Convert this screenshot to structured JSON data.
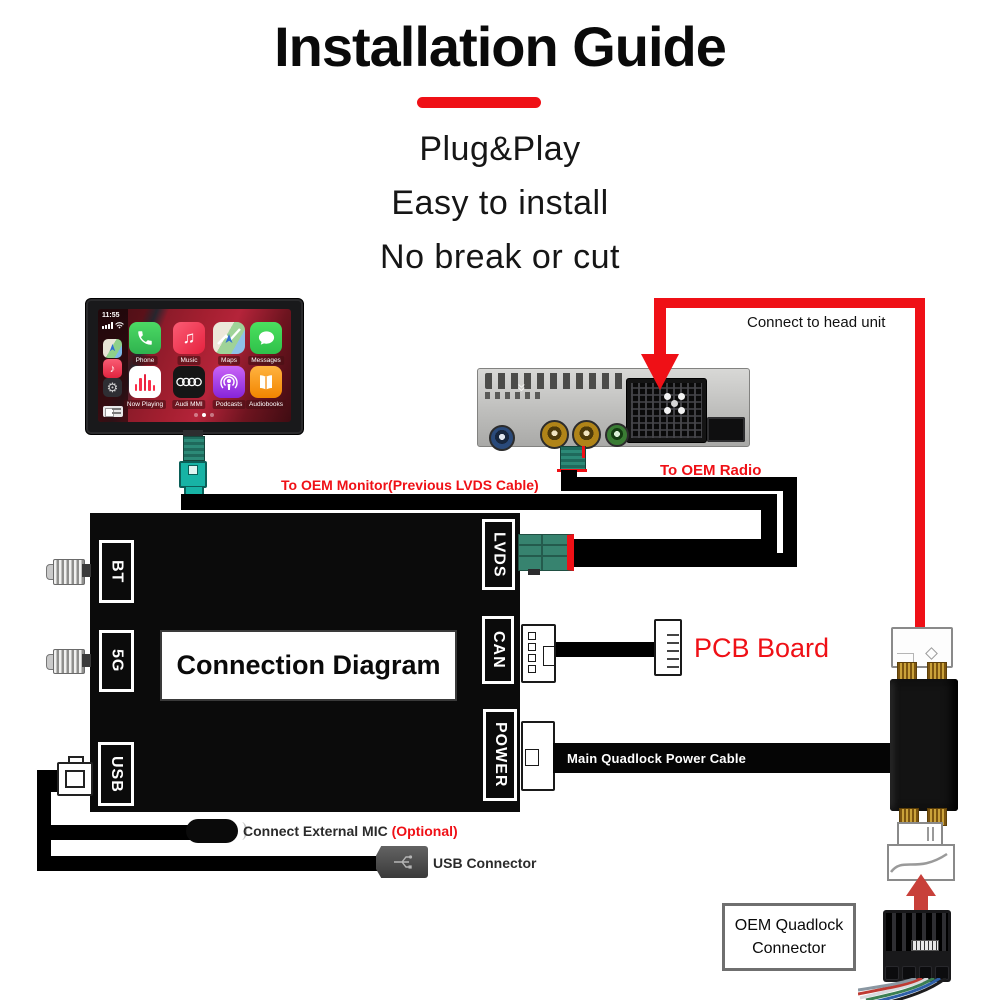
{
  "header": {
    "title": "Installation Guide",
    "taglines": [
      "Plug&Play",
      "Easy to install",
      "No break or cut"
    ]
  },
  "carplay": {
    "time": "11:55",
    "apps": [
      {
        "name": "phone",
        "label": "Phone"
      },
      {
        "name": "music",
        "label": "Music"
      },
      {
        "name": "maps",
        "label": "Maps"
      },
      {
        "name": "messages",
        "label": "Messages"
      },
      {
        "name": "now-playing",
        "label": "Now Playing"
      },
      {
        "name": "audi-mmi",
        "label": "Audi MMI"
      },
      {
        "name": "podcasts",
        "label": "Podcasts"
      },
      {
        "name": "audiobooks",
        "label": "Audiobooks"
      }
    ]
  },
  "ports": {
    "left": [
      "BT",
      "5G",
      "USB"
    ],
    "right": [
      "LVDS",
      "CAN",
      "POWER"
    ]
  },
  "labels": {
    "connect_to_head_unit": "Connect to head unit",
    "to_oem_radio": "To OEM Radio",
    "to_oem_monitor": "To OEM Monitor(Previous LVDS Cable)",
    "connection_diagram": "Connection Diagram",
    "pcb_board": "PCB Board",
    "main_quadlock_power_cable": "Main Quadlock Power Cable",
    "connect_external_mic": "Connect External MIC ",
    "optional": "(Optional)",
    "usb_connector": "USB Connector",
    "oem_quadlock_line1": "OEM Quadlock",
    "oem_quadlock_line2": "Connector"
  },
  "colors": {
    "accent_red": "#ef1016",
    "arrow_red": "#c8403a",
    "connector_teal": "#2f9381",
    "box_black": "#0b0b0b"
  },
  "icons": {
    "signal_bars": "cellular-signal-bars-icon",
    "wifi": "wifi-icon",
    "phone": "phone-handset-icon",
    "music": "music-note-icon",
    "maps": "map-navigation-icon",
    "messages": "chat-bubble-icon",
    "now_playing": "equalizer-bars-icon",
    "audi_mmi": "four-rings-icon",
    "podcasts": "podcast-icon",
    "audiobooks": "open-book-icon",
    "settings": "gear-icon",
    "dashboard": "split-view-icon",
    "usb": "usb-trident-icon",
    "arrow_down": "down-arrow-icon",
    "arrow_up": "up-arrow-icon"
  }
}
